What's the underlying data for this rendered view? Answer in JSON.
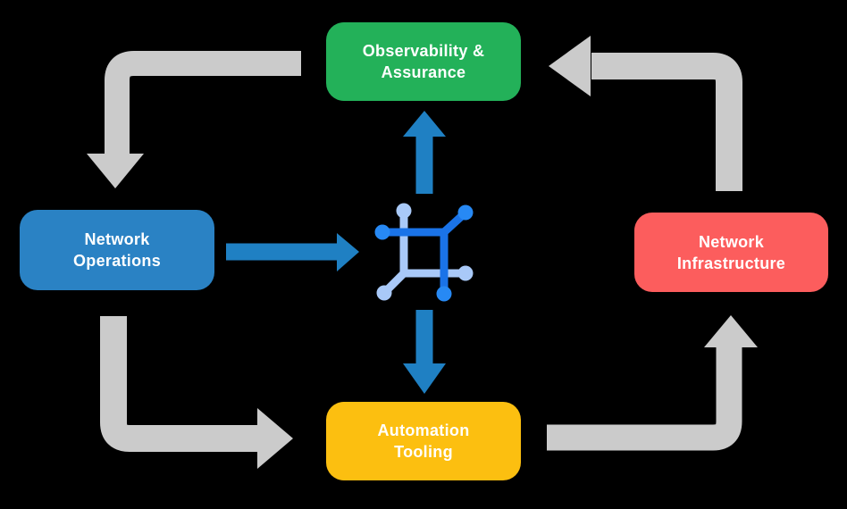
{
  "page": {
    "background": "#000000"
  },
  "diagram": {
    "nodes": {
      "observability": {
        "line1": "Observability &",
        "line2": "Assurance",
        "color": "#23b159"
      },
      "operations": {
        "line1": "Network",
        "line2": "Operations",
        "color": "#2a82c4"
      },
      "infrastructure": {
        "line1": "Network",
        "line2": "Infrastructure",
        "color": "#fc5d5d"
      },
      "automation": {
        "line1": "Automation",
        "line2": "Tooling",
        "color": "#fcbf10"
      }
    },
    "colors": {
      "cycle_arrow": "#cbcbcb",
      "hub_arrow": "#1f80c3",
      "icon_dark_blue": "#1a73e8",
      "icon_node_blue": "#2789f4",
      "icon_light_blue": "#a9c9f8",
      "text": "#ffffff"
    },
    "center_icon": {
      "name": "network-hub-icon"
    },
    "connections": [
      {
        "from": "observability",
        "to": "operations",
        "style": "cycle"
      },
      {
        "from": "operations",
        "to": "automation",
        "style": "cycle"
      },
      {
        "from": "automation",
        "to": "infrastructure",
        "style": "cycle"
      },
      {
        "from": "infrastructure",
        "to": "observability",
        "style": "cycle"
      },
      {
        "from": "operations",
        "to": "hub",
        "style": "hub"
      },
      {
        "from": "hub",
        "to": "observability",
        "style": "hub"
      },
      {
        "from": "hub",
        "to": "automation",
        "style": "hub"
      }
    ]
  }
}
